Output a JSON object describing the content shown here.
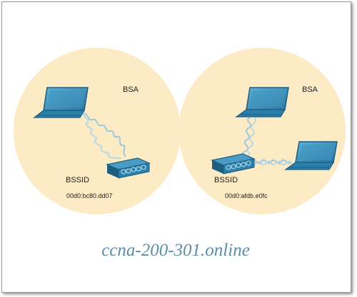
{
  "diagram": {
    "left_bss": {
      "bsa_label": "BSA",
      "bssid_label": "BSSID",
      "bssid_value": "00d0:bc80.dd07"
    },
    "right_bss": {
      "bsa_label": "BSA",
      "bssid_label": "BSSID",
      "bssid_value": "00d0:afdb.e0fc"
    }
  },
  "watermark": "ccna-200-301.online",
  "colors": {
    "bsa_fill": "#fcebc4",
    "device_blue": "#2b7fab",
    "device_dark": "#1d5d80",
    "signal": "#9fc8da",
    "watermark": "#5a8fa8"
  }
}
